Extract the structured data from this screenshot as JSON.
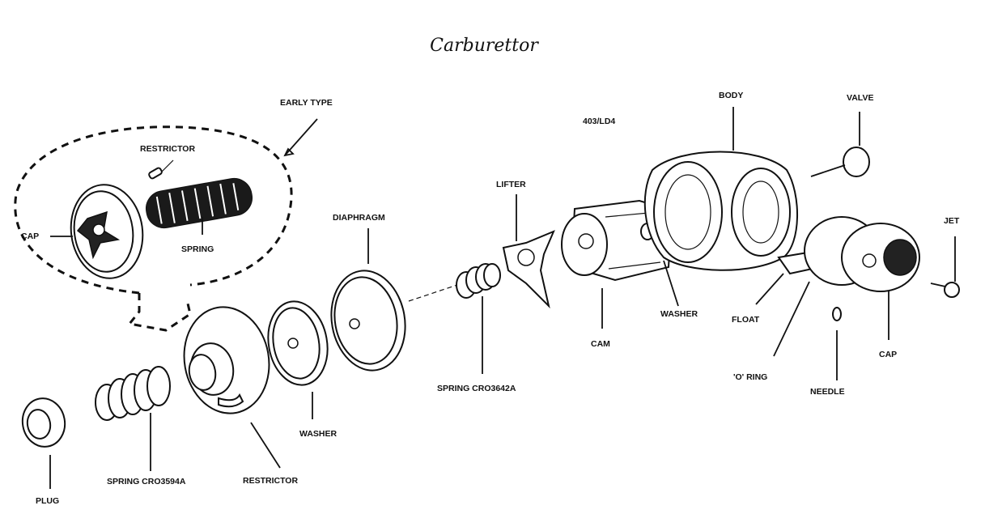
{
  "title": "Carburettor",
  "labels": {
    "early_type": "EARLY TYPE",
    "restrictor_early": "RESTRICTOR",
    "cap_early": "CAP",
    "spring_early": "SPRING",
    "diaphragm": "DIAPHRAGM",
    "lifter": "LIFTER",
    "code_403": "403/LD4",
    "body": "BODY",
    "valve": "VALVE",
    "jet": "JET",
    "cam": "CAM",
    "washer_cam": "WASHER",
    "float": "FLOAT",
    "o_ring": "'O' RING",
    "needle": "NEEDLE",
    "cap_right": "CAP",
    "spring_cro3642a": "SPRING CRO3642A",
    "washer": "WASHER",
    "restrictor": "RESTRICTOR",
    "spring_cro3594a": "SPRING CRO3594A",
    "plug": "PLUG"
  }
}
